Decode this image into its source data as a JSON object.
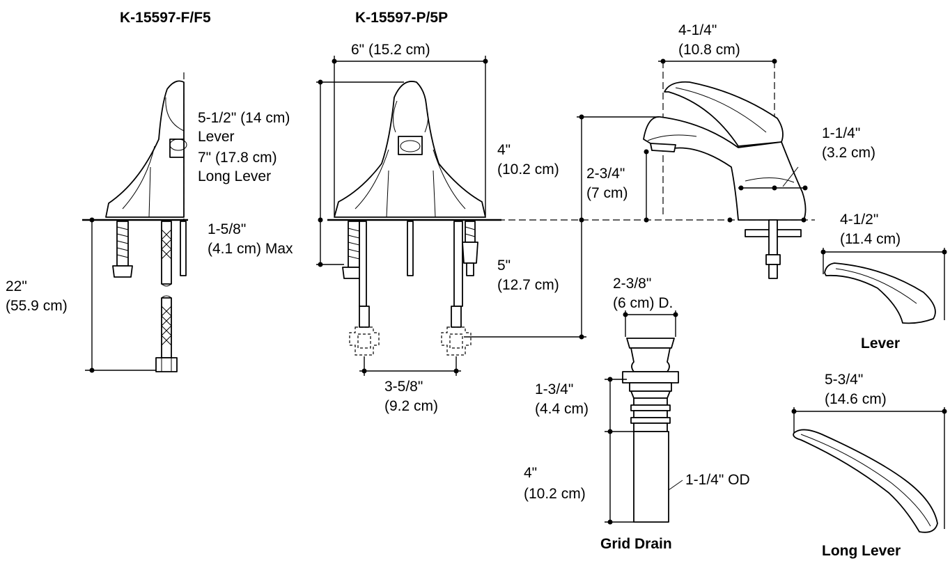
{
  "models": {
    "left": "K-15597-F/F5",
    "middle": "K-15597-P/5P"
  },
  "dimensions": {
    "width_6": "6\" (15.2 cm)",
    "height_lever": "5-1/2\" (14 cm)",
    "lever": "Lever",
    "height_long_lever": "7\" (17.8 cm)",
    "long_lever": "Long Lever",
    "height_4_a": "4\"",
    "height_4_b": "(10.2 cm)",
    "max_a": "1-5/8\"",
    "max_b": "(4.1 cm) Max",
    "below_5_a": "5\"",
    "below_5_b": "(12.7 cm)",
    "supply_22_a": "22\"",
    "supply_22_b": "(55.9 cm)",
    "centers_a": "3-5/8\"",
    "centers_b": "(9.2 cm)",
    "reach_a": "4-1/4\"",
    "reach_b": "(10.8 cm)",
    "spout_a": "2-3/4\"",
    "spout_b": "(7 cm)",
    "base_a": "1-1/4\"",
    "base_b": "(3.2 cm)",
    "lever_len_a": "4-1/2\"",
    "lever_len_b": "(11.4 cm)",
    "long_lever_len_a": "5-3/4\"",
    "long_lever_len_b": "(14.6 cm)",
    "drain_d_a": "2-3/8\"",
    "drain_d_b": "(6 cm) D.",
    "drain_h1_a": "1-3/4\"",
    "drain_h1_b": "(4.4 cm)",
    "drain_h2_a": "4\"",
    "drain_h2_b": "(10.2 cm)",
    "drain_od": "1-1/4\" OD"
  },
  "captions": {
    "lever": "Lever",
    "grid_drain": "Grid Drain",
    "long_lever": "Long Lever"
  }
}
